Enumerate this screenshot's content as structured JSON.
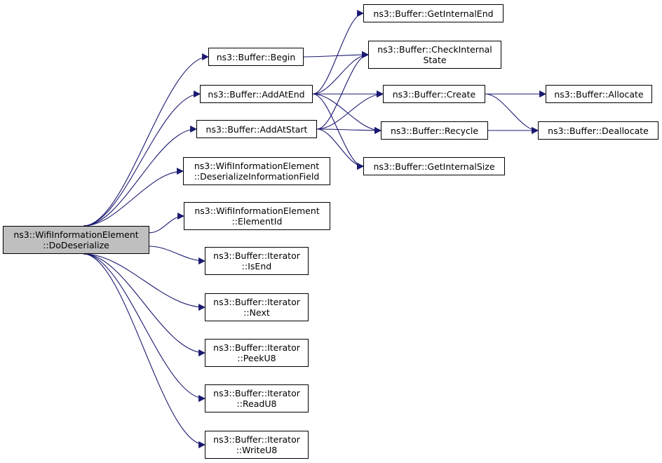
{
  "colors": {
    "edge": "#191970",
    "root_fill": "#bfbfbf",
    "node_fill": "#ffffff",
    "border": "#000000"
  },
  "nodes": {
    "do_deserialize": {
      "lines": [
        "ns3::WifiInformationElement",
        "::DoDeserialize"
      ]
    },
    "begin": {
      "lines": [
        "ns3::Buffer::Begin"
      ]
    },
    "add_at_end": {
      "lines": [
        "ns3::Buffer::AddAtEnd"
      ]
    },
    "add_at_start": {
      "lines": [
        "ns3::Buffer::AddAtStart"
      ]
    },
    "deserialize_information_field": {
      "lines": [
        "ns3::WifiInformationElement",
        "::DeserializeInformationField"
      ]
    },
    "element_id": {
      "lines": [
        "ns3::WifiInformationElement",
        "::ElementId"
      ]
    },
    "iterator_is_end": {
      "lines": [
        "ns3::Buffer::Iterator",
        "::IsEnd"
      ]
    },
    "iterator_next": {
      "lines": [
        "ns3::Buffer::Iterator",
        "::Next"
      ]
    },
    "iterator_peek_u8": {
      "lines": [
        "ns3::Buffer::Iterator",
        "::PeekU8"
      ]
    },
    "iterator_read_u8": {
      "lines": [
        "ns3::Buffer::Iterator",
        "::ReadU8"
      ]
    },
    "iterator_write_u8": {
      "lines": [
        "ns3::Buffer::Iterator",
        "::WriteU8"
      ]
    },
    "get_internal_end": {
      "lines": [
        "ns3::Buffer::GetInternalEnd"
      ]
    },
    "check_internal_state": {
      "lines": [
        "ns3::Buffer::CheckInternal",
        "State"
      ]
    },
    "create": {
      "lines": [
        "ns3::Buffer::Create"
      ]
    },
    "recycle": {
      "lines": [
        "ns3::Buffer::Recycle"
      ]
    },
    "get_internal_size": {
      "lines": [
        "ns3::Buffer::GetInternalSize"
      ]
    },
    "allocate": {
      "lines": [
        "ns3::Buffer::Allocate"
      ]
    },
    "deallocate": {
      "lines": [
        "ns3::Buffer::Deallocate"
      ]
    }
  },
  "edges": [
    [
      "do_deserialize",
      "begin"
    ],
    [
      "do_deserialize",
      "add_at_end"
    ],
    [
      "do_deserialize",
      "add_at_start"
    ],
    [
      "do_deserialize",
      "deserialize_information_field"
    ],
    [
      "do_deserialize",
      "element_id"
    ],
    [
      "do_deserialize",
      "iterator_is_end"
    ],
    [
      "do_deserialize",
      "iterator_next"
    ],
    [
      "do_deserialize",
      "iterator_peek_u8"
    ],
    [
      "do_deserialize",
      "iterator_read_u8"
    ],
    [
      "do_deserialize",
      "iterator_write_u8"
    ],
    [
      "begin",
      "check_internal_state"
    ],
    [
      "add_at_end",
      "get_internal_end"
    ],
    [
      "add_at_end",
      "check_internal_state"
    ],
    [
      "add_at_end",
      "create"
    ],
    [
      "add_at_end",
      "recycle"
    ],
    [
      "add_at_end",
      "get_internal_size"
    ],
    [
      "add_at_start",
      "check_internal_state"
    ],
    [
      "add_at_start",
      "create"
    ],
    [
      "add_at_start",
      "recycle"
    ],
    [
      "add_at_start",
      "get_internal_size"
    ],
    [
      "create",
      "allocate"
    ],
    [
      "create",
      "deallocate"
    ],
    [
      "recycle",
      "deallocate"
    ]
  ]
}
